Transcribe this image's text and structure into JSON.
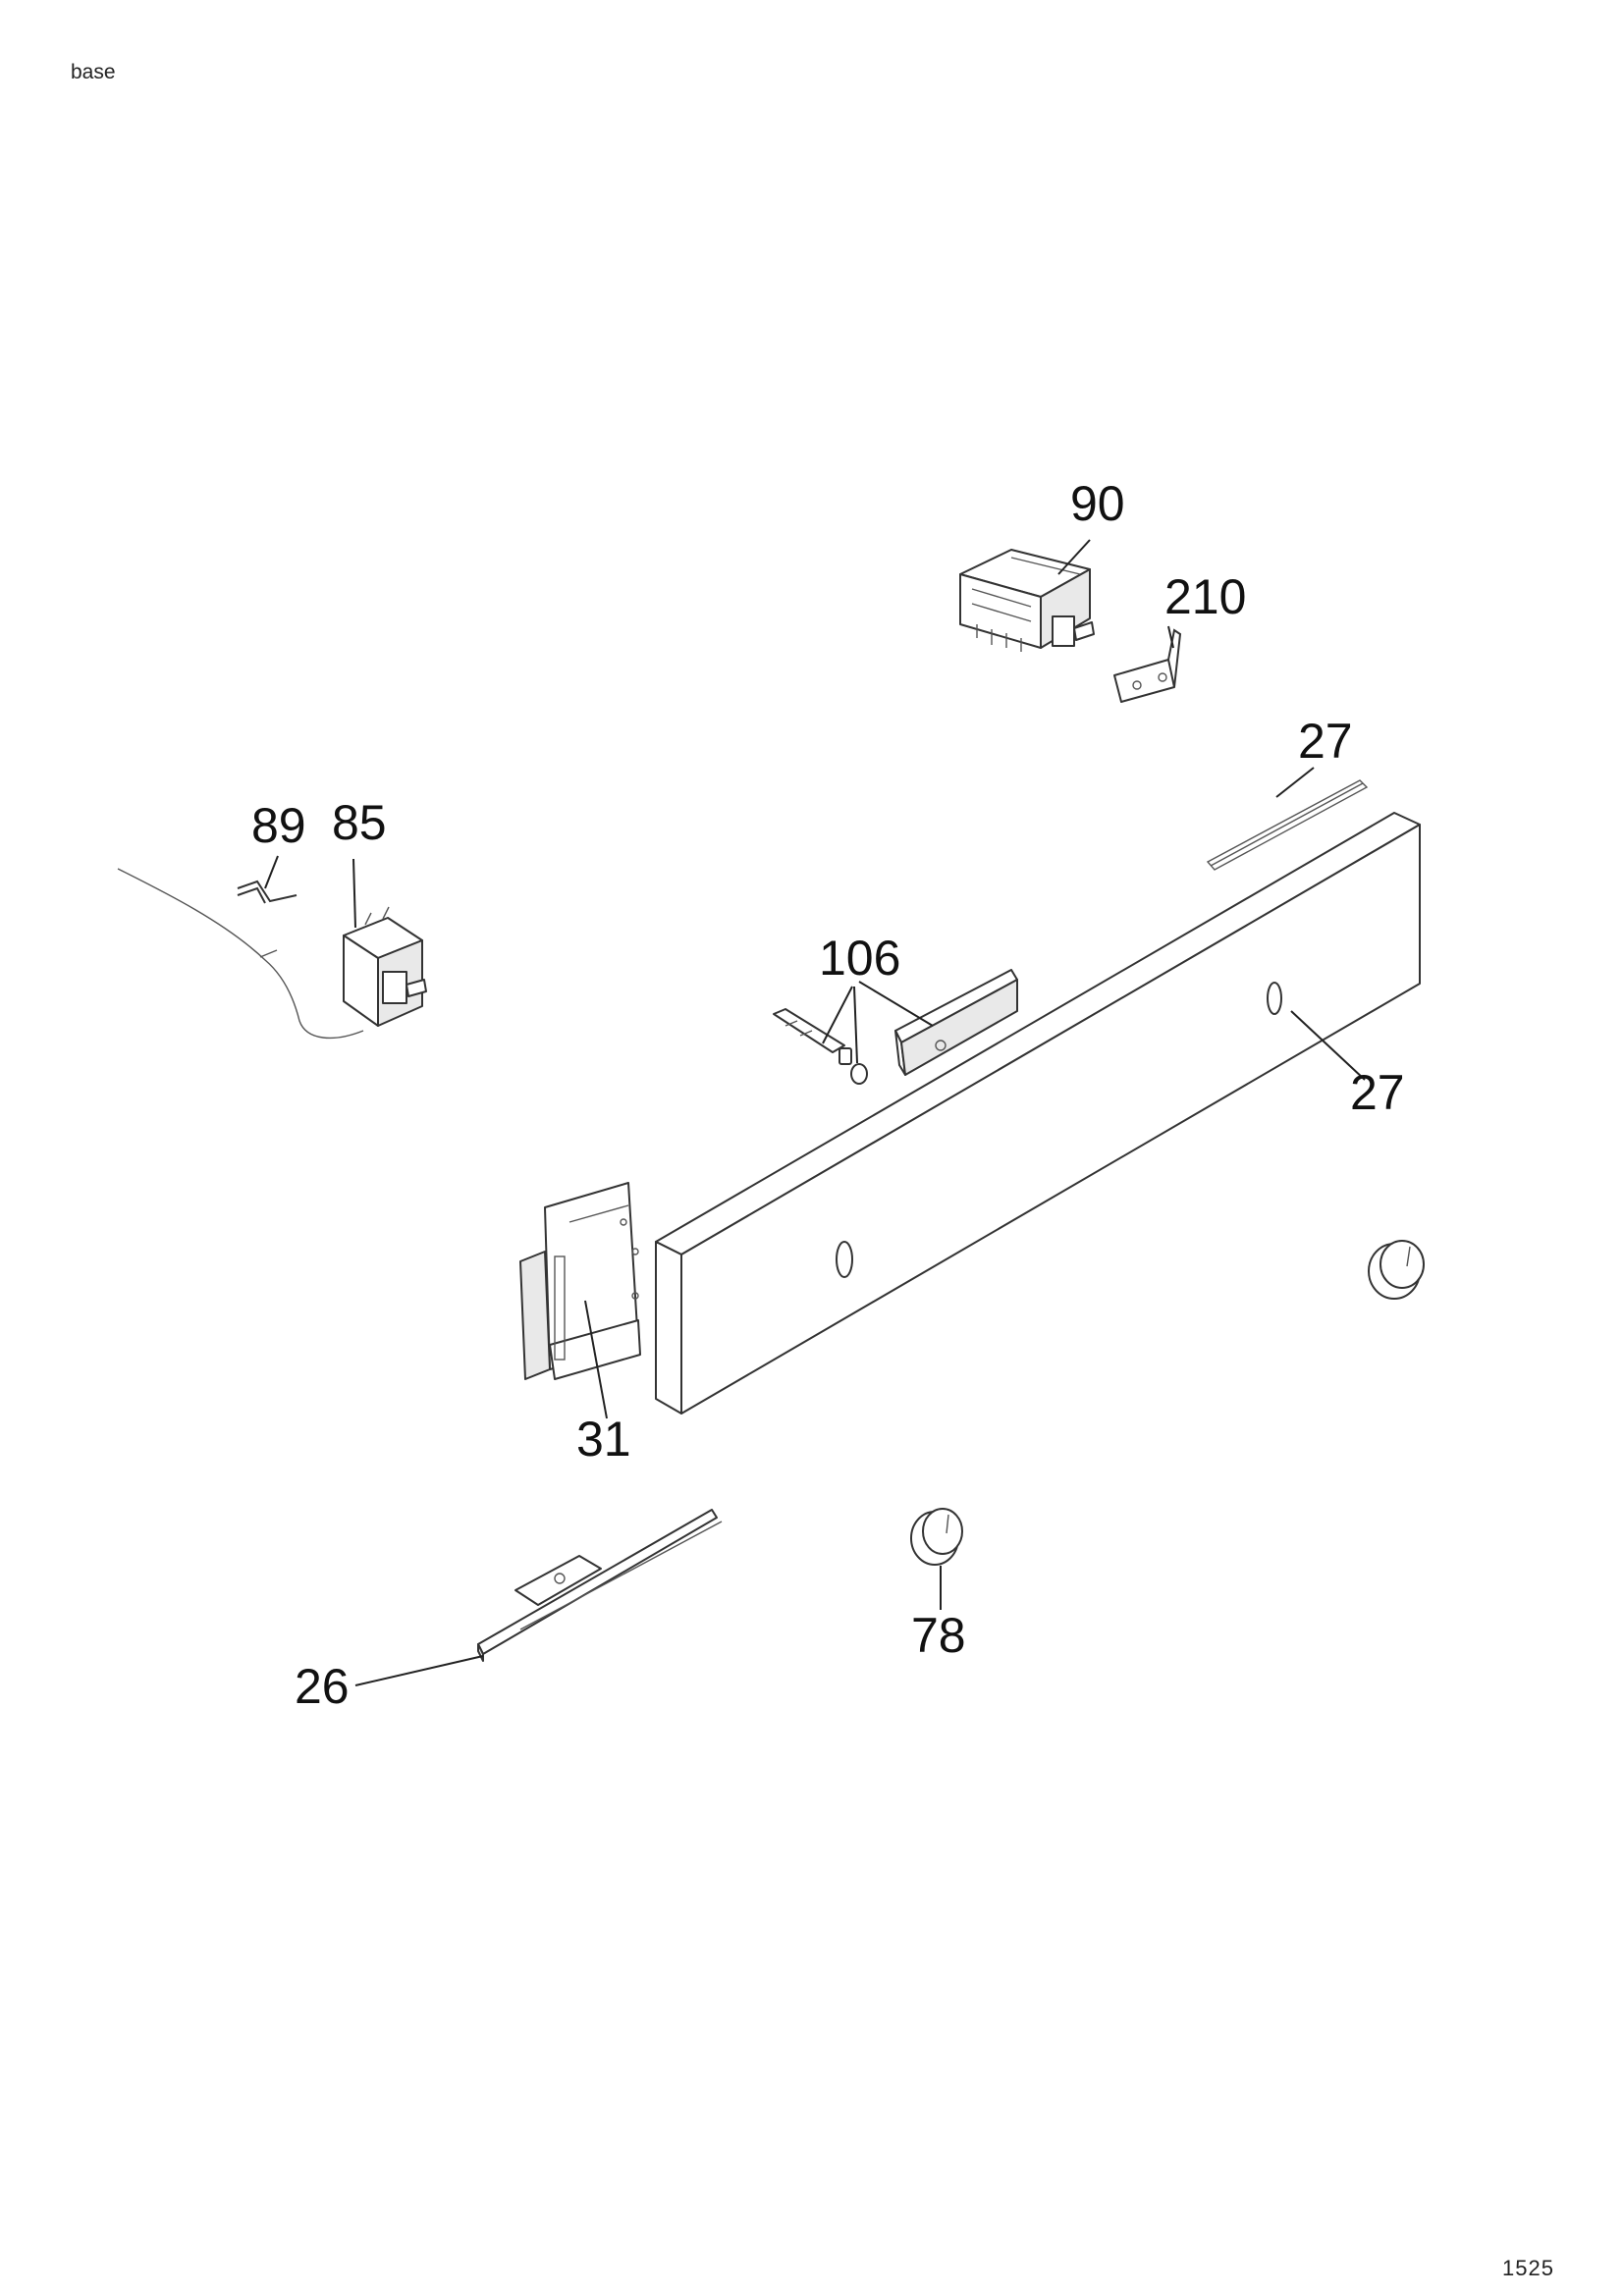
{
  "header": {
    "label": "base"
  },
  "footer": {
    "page_number": "1525"
  },
  "callouts": {
    "c90": "90",
    "c210": "210",
    "c27_top": "27",
    "c89": "89",
    "c85": "85",
    "c106": "106",
    "c27_panel": "27",
    "c31": "31",
    "c78": "78",
    "c26": "26"
  }
}
